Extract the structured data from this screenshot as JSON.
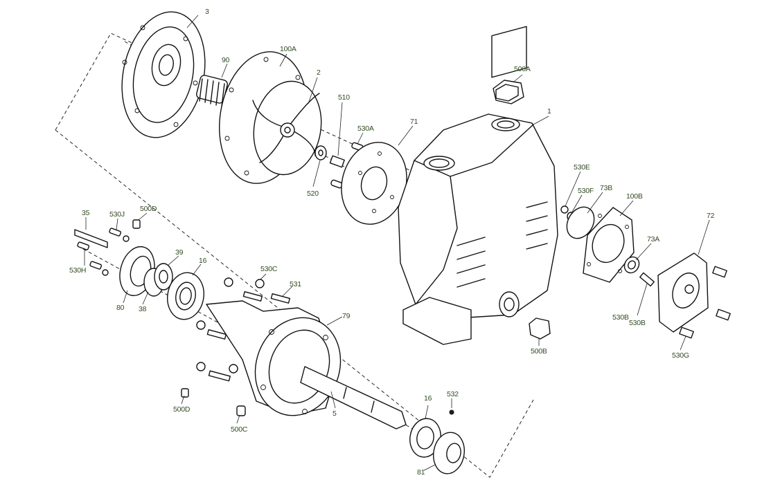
{
  "labels": {
    "p3": "3",
    "p90": "90",
    "p100A": "100A",
    "p2": "2",
    "p510": "510",
    "p530A": "530A",
    "p71": "71",
    "p500A": "500A",
    "p1": "1",
    "p520": "520",
    "p530E": "530E",
    "p530F": "530F",
    "p73B": "73B",
    "p100B": "100B",
    "p72": "72",
    "p73A": "73A",
    "p530B_a": "530B",
    "p530B_b": "530B",
    "p530G": "530G",
    "p500B": "500B",
    "p35": "35",
    "p530J": "530J",
    "p500D_top": "500D",
    "p530H": "530H",
    "p39": "39",
    "p16_left": "16",
    "p80": "80",
    "p38": "38",
    "p530C_top": "530C",
    "p531": "531",
    "p79": "79",
    "p5": "5",
    "p16_right": "16",
    "p532": "532",
    "p500D_bottom": "500D",
    "p500C": "500C",
    "p81": "81"
  },
  "icons": {
    "pump-casing": "pump-casing-icon",
    "impeller": "impeller-icon",
    "bearing": "bearing-icon",
    "shaft": "shaft-icon"
  },
  "colors": {
    "callout_text": "#2f4a1f",
    "line": "#111111"
  }
}
